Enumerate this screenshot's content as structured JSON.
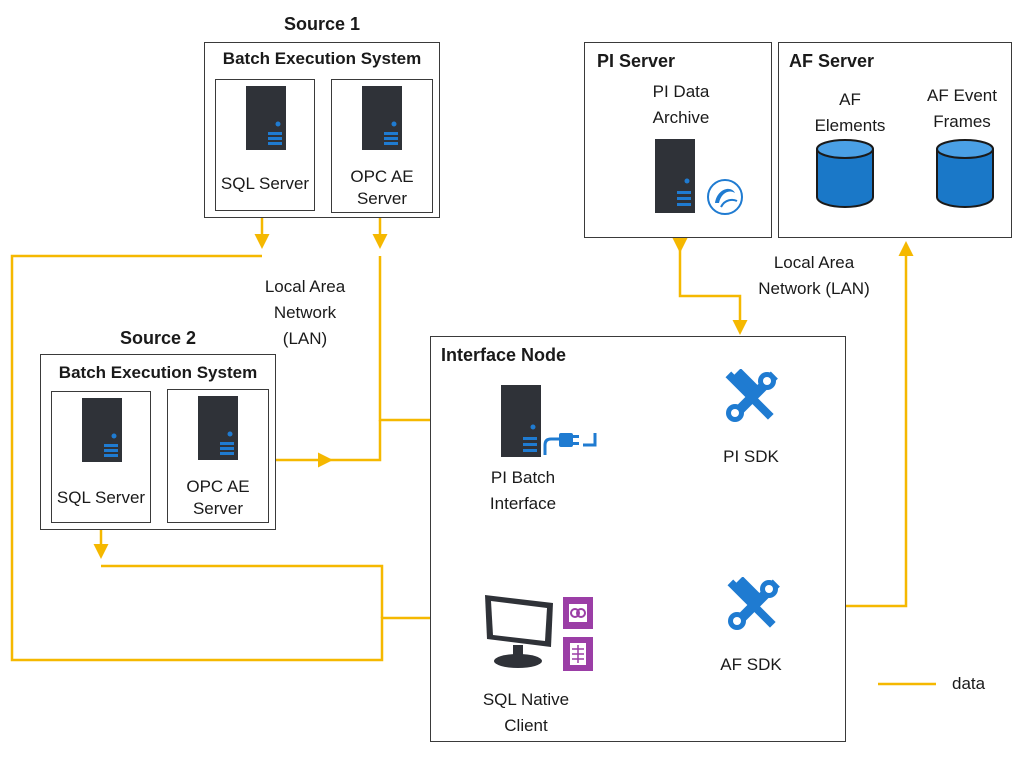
{
  "source1": {
    "title": "Source 1",
    "system": "Batch Execution System",
    "servers": [
      "SQL Server",
      "OPC AE Server"
    ]
  },
  "source2": {
    "title": "Source 2",
    "system": "Batch Execution System",
    "servers": [
      "SQL Server",
      "OPC AE Server"
    ]
  },
  "pi_server": {
    "title": "PI Server",
    "archive_label": "PI Data Archive"
  },
  "af_server": {
    "title": "AF Server",
    "elements_label": "AF Elements",
    "event_frames_label": "AF Event Frames"
  },
  "lan_left": "Local Area Network (LAN)",
  "lan_right": "Local Area Network (LAN)",
  "interface_node": {
    "title": "Interface Node",
    "pi_batch_interface": "PI Batch Interface",
    "pi_sdk": "PI SDK",
    "af_sdk": "AF SDK",
    "sql_native_client": "SQL Native Client"
  },
  "legend": {
    "data_label": "data"
  },
  "colors": {
    "wire": "#F5B800",
    "server_body": "#2f3238",
    "accent_blue": "#1f7bd1",
    "db_blue": "#1a78c8",
    "purple": "#9b3ea6"
  },
  "icons": {
    "server": "server-tower-icon",
    "database": "database-cylinder-icon",
    "sdk": "tools-wrench-hammer-icon",
    "monitor": "desktop-monitor-icon",
    "plug": "plug-icon",
    "pi_logo": "pi-logo-icon"
  }
}
